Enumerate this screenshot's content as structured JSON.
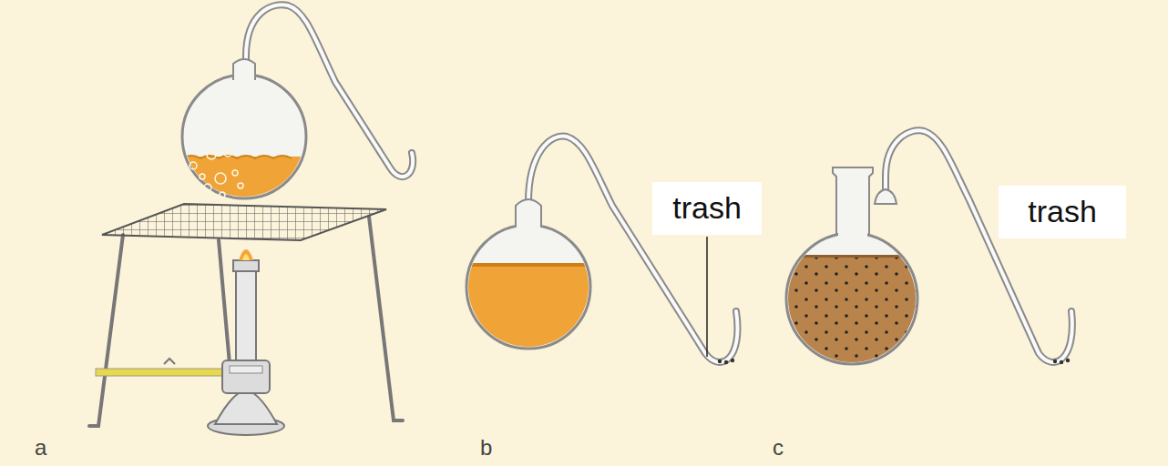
{
  "diagram": {
    "nodes": [
      {
        "text": [
          "trash"
        ]
      },
      {
        "text": [
          "trash"
        ]
      }
    ],
    "labels": [
      "a",
      "b",
      "c"
    ]
  }
}
